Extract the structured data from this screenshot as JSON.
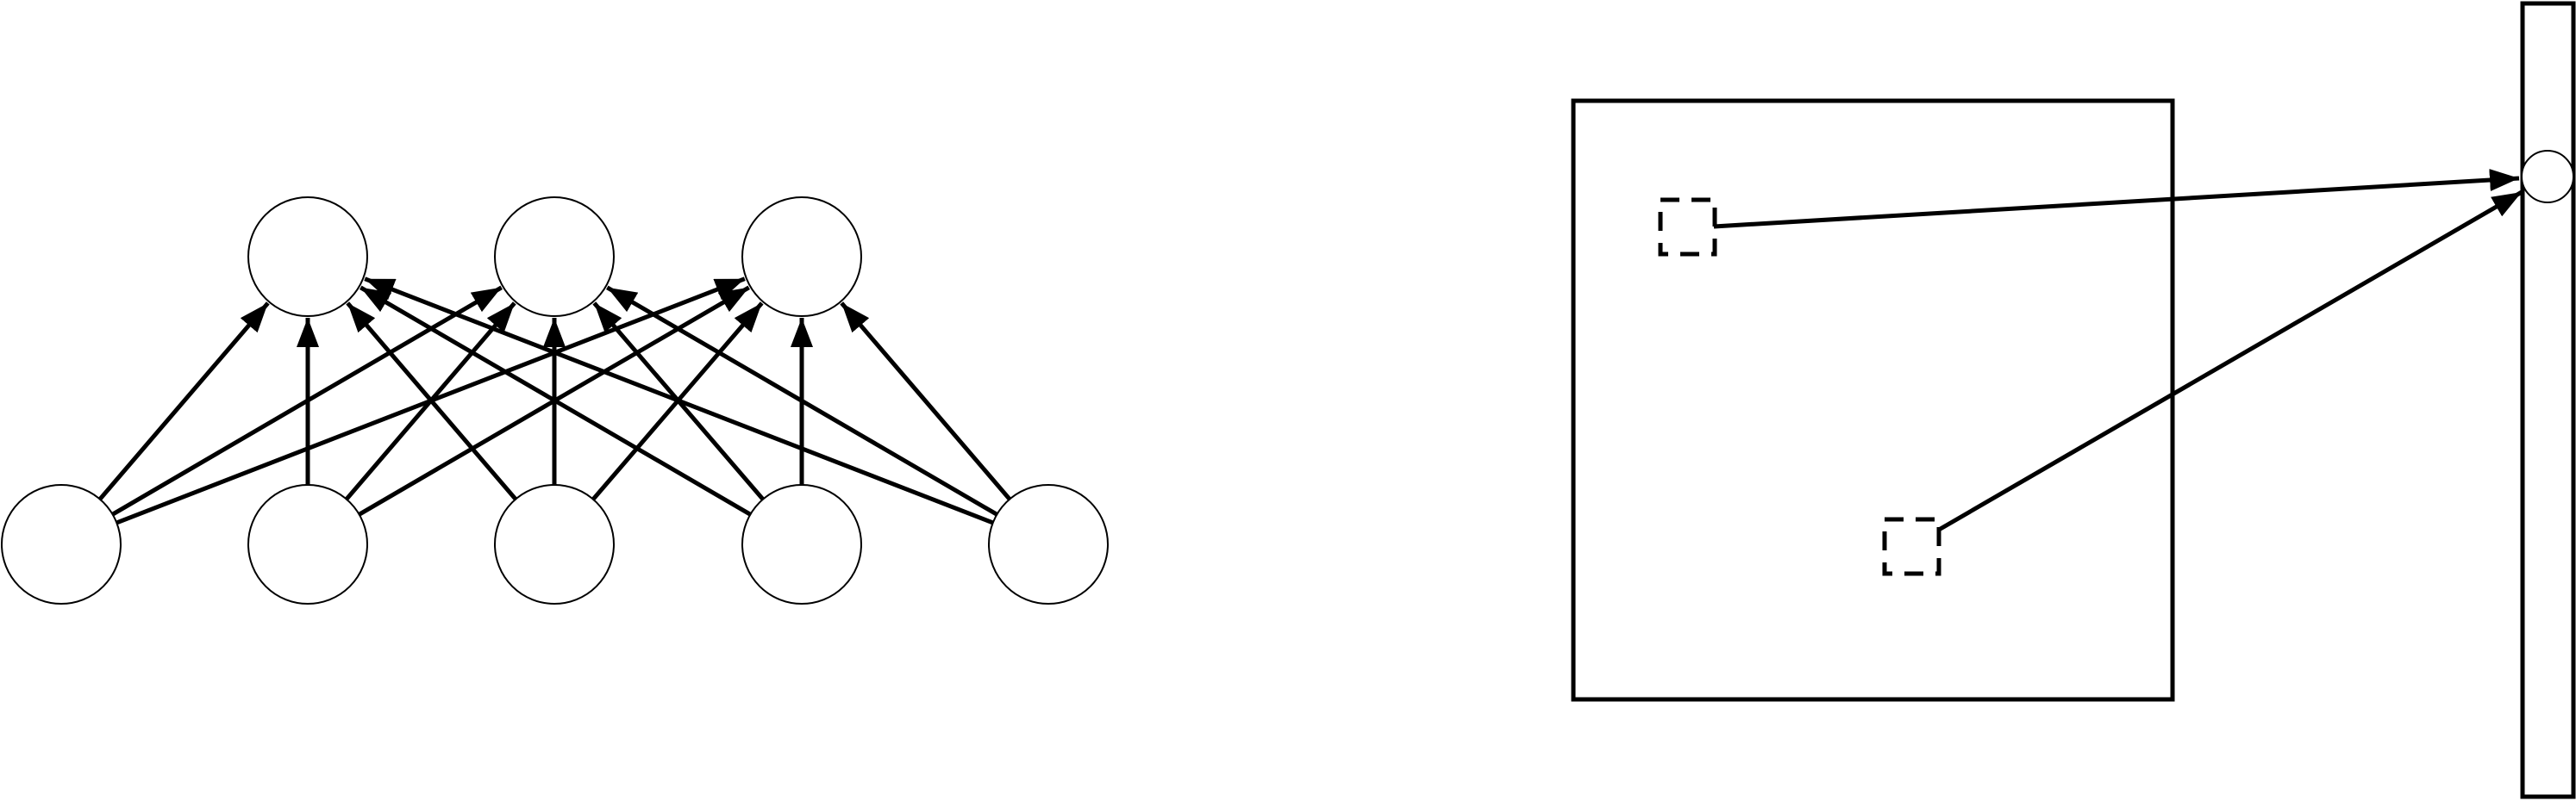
{
  "diagram": {
    "left_network": {
      "input_count": 5,
      "output_count": 3,
      "edges": [
        [
          0,
          0
        ],
        [
          0,
          1
        ],
        [
          0,
          2
        ],
        [
          1,
          0
        ],
        [
          1,
          1
        ],
        [
          1,
          2
        ],
        [
          2,
          0
        ],
        [
          2,
          1
        ],
        [
          2,
          2
        ],
        [
          3,
          0
        ],
        [
          3,
          1
        ],
        [
          3,
          2
        ],
        [
          4,
          0
        ],
        [
          4,
          1
        ],
        [
          4,
          2
        ]
      ]
    },
    "right_panel": {
      "patch_count": 2,
      "connections": [
        [
          0,
          0
        ],
        [
          1,
          0
        ]
      ]
    },
    "colors": {
      "stroke": "#000000",
      "fill": "#ffffff"
    }
  }
}
